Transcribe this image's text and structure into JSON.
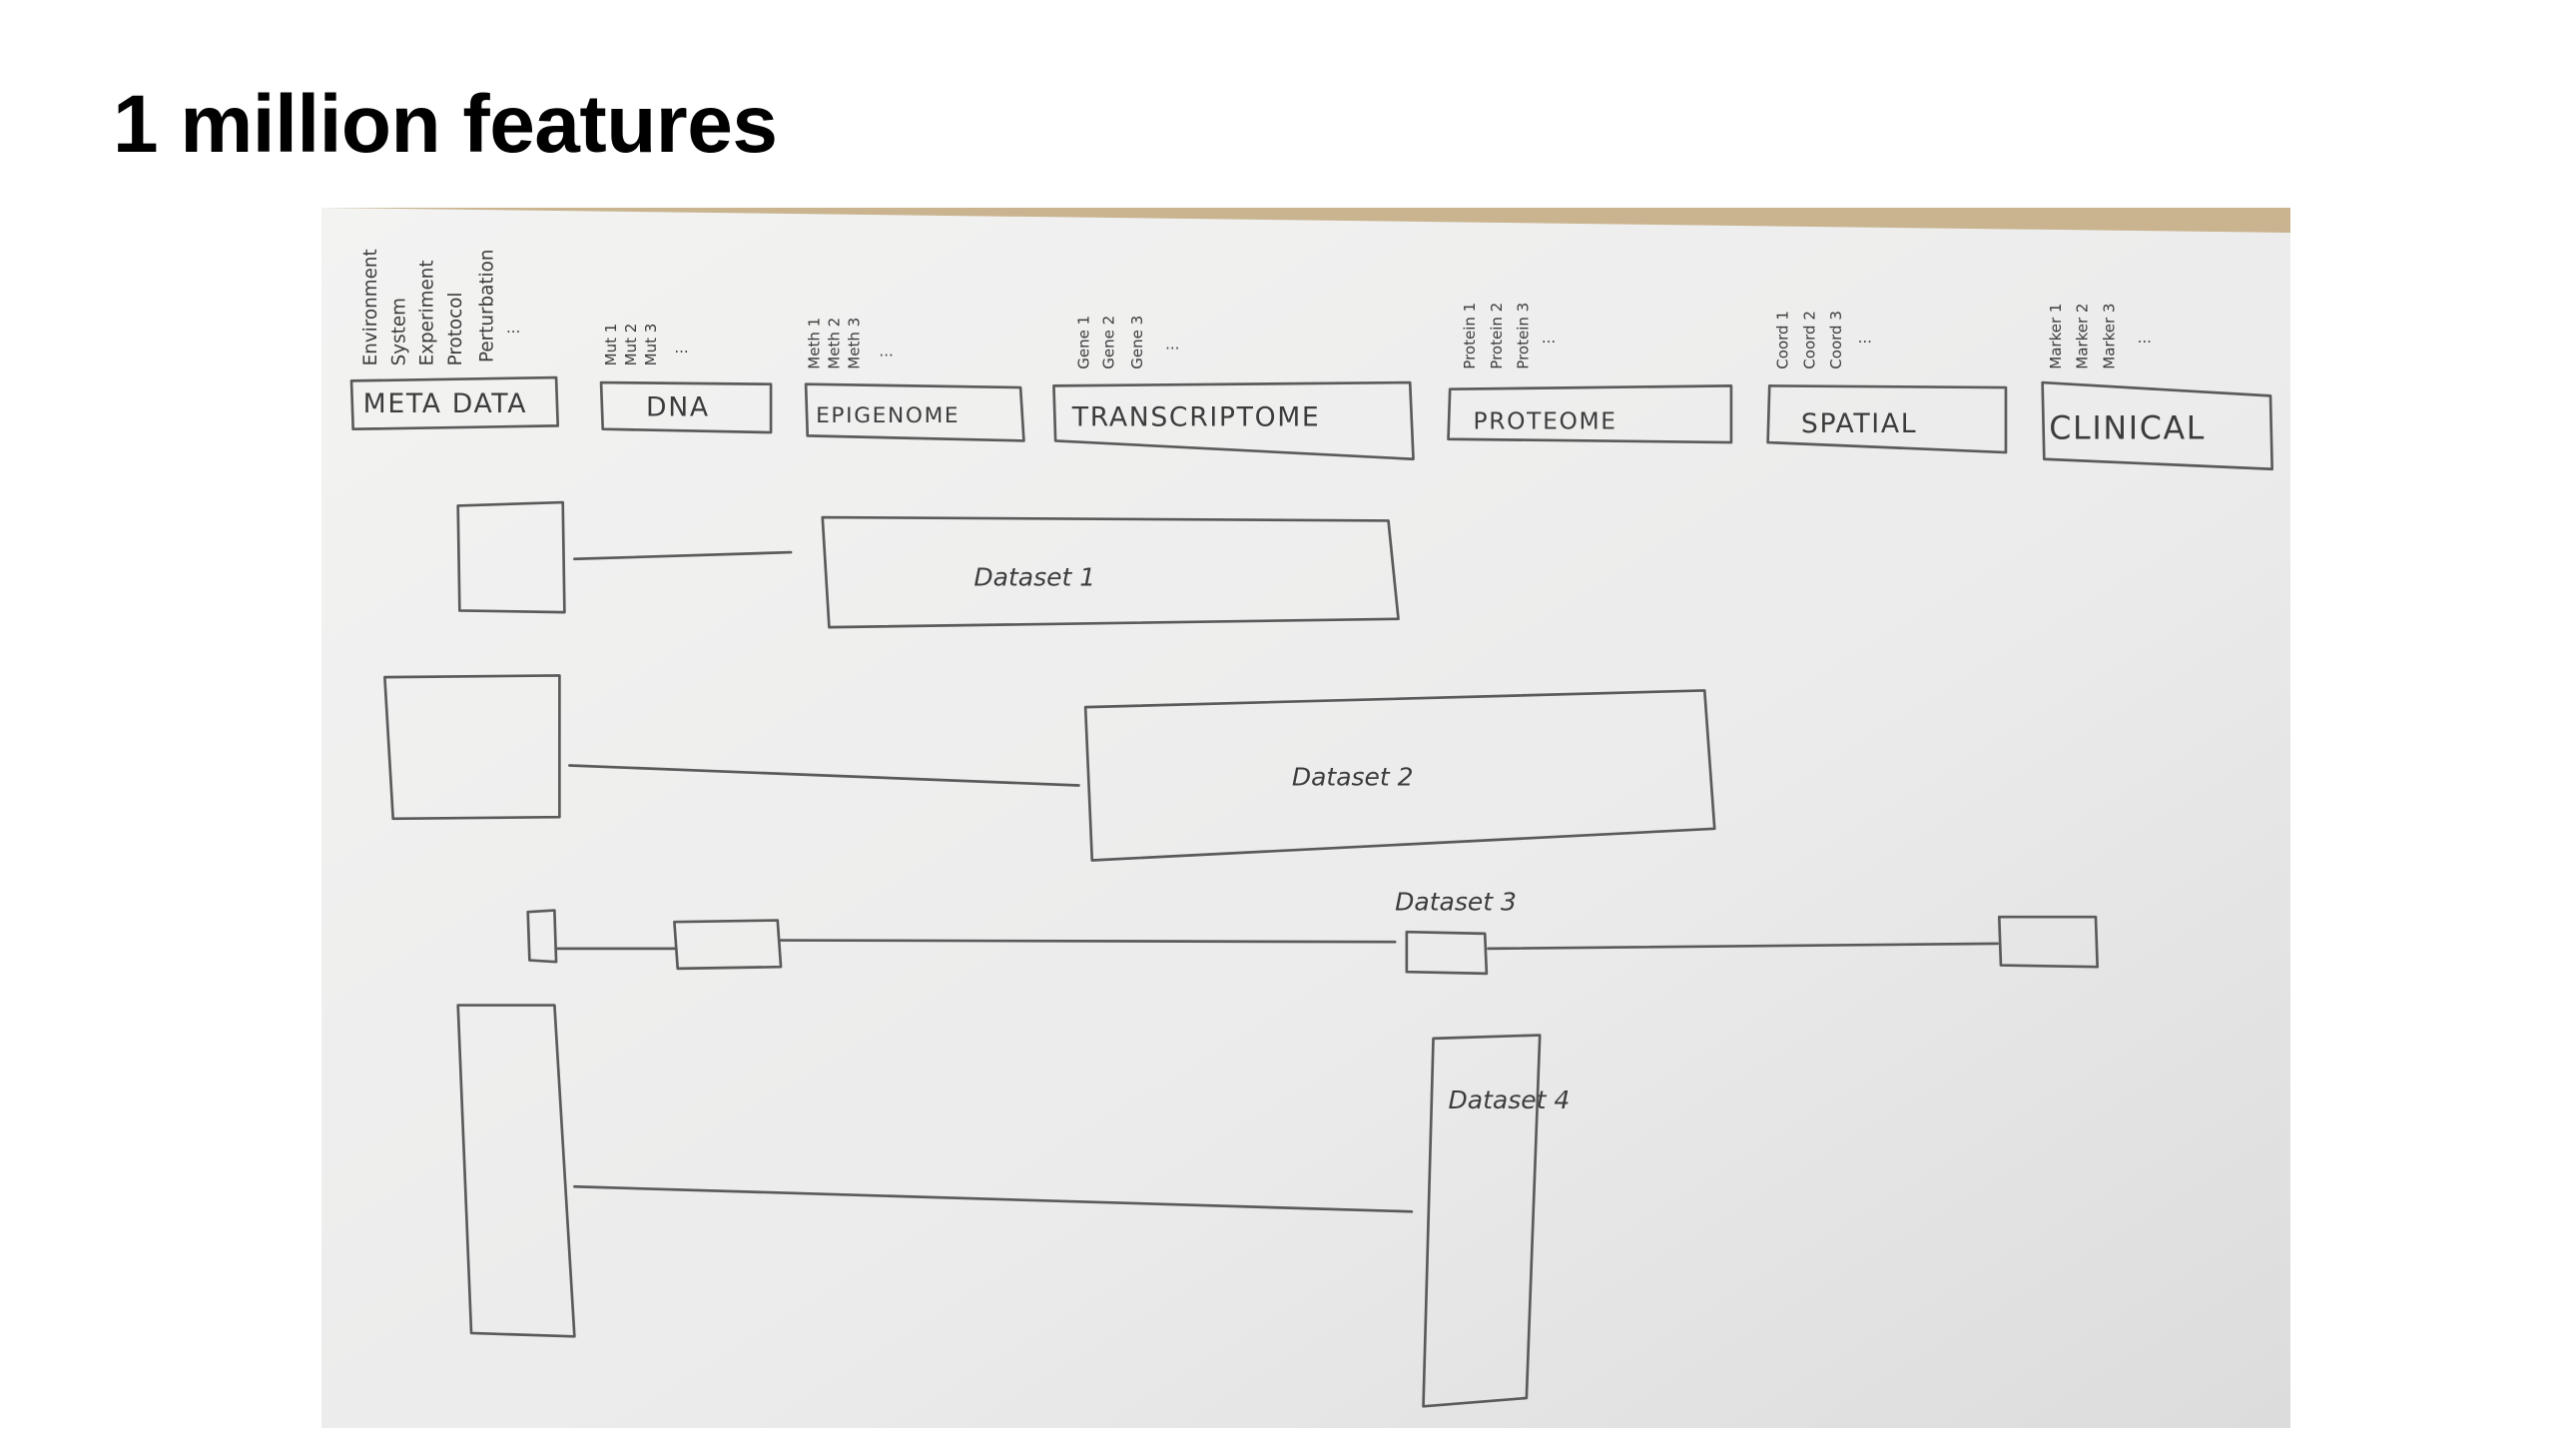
{
  "slide": {
    "title": "1 million features"
  },
  "sketch": {
    "categories": [
      {
        "label": "META DATA",
        "features": [
          "Environment",
          "System",
          "Experiment",
          "Protocol",
          "Perturbation",
          "..."
        ]
      },
      {
        "label": "DNA",
        "features": [
          "Mut 1",
          "Mut 2",
          "Mut 3",
          "..."
        ]
      },
      {
        "label": "EPIGENOME",
        "features": [
          "Meth 1",
          "Meth 2",
          "Meth 3",
          "..."
        ]
      },
      {
        "label": "TRANSCRIPTOME",
        "features": [
          "Gene 1",
          "Gene 2",
          "Gene 3",
          "..."
        ]
      },
      {
        "label": "PROTEOME",
        "features": [
          "Protein 1",
          "Protein 2",
          "Protein 3",
          "..."
        ]
      },
      {
        "label": "SPATIAL",
        "features": [
          "Coord 1",
          "Coord 2",
          "Coord 3",
          "..."
        ]
      },
      {
        "label": "CLINICAL",
        "features": [
          "Marker 1",
          "Marker 2",
          "Marker 3",
          "..."
        ]
      }
    ],
    "datasets": [
      {
        "label": "Dataset 1"
      },
      {
        "label": "Dataset 2"
      },
      {
        "label": "Dataset 3"
      },
      {
        "label": "Dataset 4"
      }
    ],
    "colors": {
      "paper": "#eeeeee",
      "table": "#c9b48f",
      "pencil": "#5a5a5a"
    }
  }
}
